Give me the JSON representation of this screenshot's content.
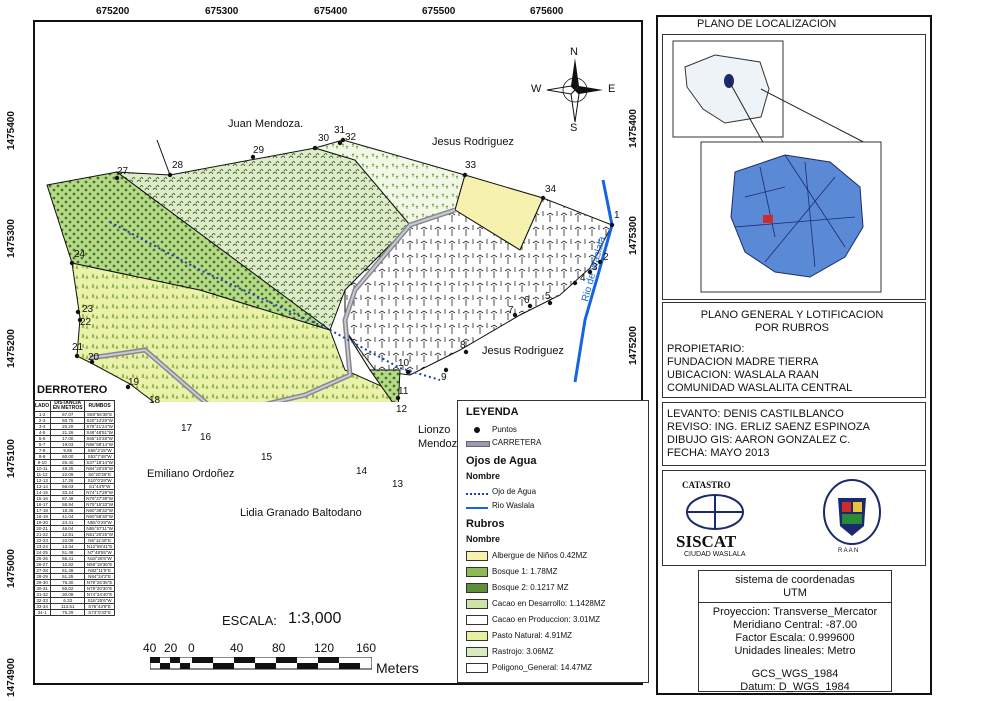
{
  "map": {
    "x_ticks": [
      "675200",
      "675300",
      "675400",
      "675500",
      "675600"
    ],
    "y_ticks": [
      "1475400",
      "1475300",
      "1475200",
      "1475100",
      "1475000",
      "1474900"
    ],
    "place_labels": {
      "juan": "Juan Mendoza.",
      "jesus_top": "Jesus Rodriguez",
      "jesus_bottom": "Jesus Rodriguez",
      "lionzo": "Lionzo\nMendoza",
      "emiliano": "Emiliano Ordoñez",
      "lidia": "Lidia Granado Baltodano",
      "rio": "Rio de Waslala"
    },
    "compass": {
      "n": "N",
      "s": "S",
      "e": "E",
      "w": "W"
    },
    "point_numbers": [
      "1",
      "2",
      "3",
      "4",
      "5",
      "6",
      "7",
      "8",
      "9",
      "10",
      "11",
      "12",
      "13",
      "14",
      "15",
      "16",
      "17",
      "18",
      "19",
      "20",
      "21",
      "22",
      "23",
      "24",
      "27",
      "28",
      "29",
      "30",
      "31",
      "32",
      "33",
      "34"
    ],
    "scale_label": "ESCALA:",
    "scale_value": "1:3,000",
    "scalebar_ticks": [
      "40",
      "20",
      "0",
      "40",
      "80",
      "120",
      "160"
    ],
    "scalebar_unit": "Meters"
  },
  "derrotero": {
    "title": "DERROTERO",
    "headers": [
      "LADO",
      "DISTANCIA EN METROS",
      "RUMBOS"
    ],
    "rows": [
      [
        "1-2",
        "67.07",
        "S69°56'38\"E"
      ],
      [
        "2-3",
        "60.75",
        "S20°13'29\"W"
      ],
      [
        "3-4",
        "20.20",
        "S78°41'24\"W"
      ],
      [
        "4-5",
        "21.26",
        "S48°48'51\"W"
      ],
      [
        "5-6",
        "17.00",
        "S65°10'28\"W"
      ],
      [
        "6-7",
        "19.03",
        "N86°59'14\"W"
      ],
      [
        "7-8",
        "9.85",
        "S66°2'15\"W"
      ],
      [
        "8-9",
        "60.00",
        "S53°7'48\"W"
      ],
      [
        "9-10",
        "26.40",
        "S37°18'14\"W"
      ],
      [
        "10-11",
        "49.25",
        "N84°20'25\"W"
      ],
      [
        "11-12",
        "22.09",
        "S6°20'25\"E"
      ],
      [
        "12-13",
        "17.26",
        "S10°0'29\"W"
      ],
      [
        "13-14",
        "66.03",
        "S1°44'9\"W"
      ],
      [
        "14-15",
        "33.24",
        "N74°17'29\"W"
      ],
      [
        "15-16",
        "87.48",
        "N79°27'39\"W"
      ],
      [
        "16-17",
        "58.94",
        "N75°15'33\"W"
      ],
      [
        "17-18",
        "18.36",
        "N60°38'32\"W"
      ],
      [
        "18-19",
        "41.04",
        "N60°58'30\"W"
      ],
      [
        "19-20",
        "24.41",
        "N55°0'29\"W"
      ],
      [
        "20-21",
        "46.04",
        "N55°57'11\"W"
      ],
      [
        "21-22",
        "12.81",
        "N51°20'25\"W"
      ],
      [
        "22-23",
        "22.09",
        "N5°11'40\"E"
      ],
      [
        "23-24",
        "13.34",
        "N12°59'41\"E"
      ],
      [
        "24-25",
        "51.48",
        "N7°48'55\"W"
      ],
      [
        "25-26",
        "66.41",
        "N18°26'6\"W"
      ],
      [
        "26-27",
        "10.82",
        "N58°18'36\"E"
      ],
      [
        "27-28",
        "51.48",
        "N82°11'5\"E"
      ],
      [
        "28-29",
        "51.25",
        "N84°24'2\"E"
      ],
      [
        "29-30",
        "76.30",
        "N79°25'35\"E"
      ],
      [
        "30-31",
        "60.02",
        "N79°20'30\"E"
      ],
      [
        "31-32",
        "30.08",
        "N74°34'40\"E"
      ],
      [
        "32-33",
        "6.33",
        "S16°25'6\"W"
      ],
      [
        "33-34",
        "113.51",
        "S75°43'8\"E"
      ],
      [
        "34-1",
        "75.29",
        "S73°0'33\"E"
      ]
    ]
  },
  "legend": {
    "title": "LEYENDA",
    "puntos": "Puntos",
    "carretera": "CARRETERA",
    "ojos_title": "Ojos de Agua",
    "nombre1": "Nombre",
    "ojo": "Ojo de Agua",
    "rio": "Rio Waslala",
    "rubros_title": "Rubros",
    "nombre2": "Nombre",
    "items": [
      {
        "label": "Albergue de Niños 0.42MZ",
        "color": "#f7f1b0"
      },
      {
        "label": "Bosque 1: 1.78MZ",
        "color": "#8fb956"
      },
      {
        "label": "Bosque 2: 0.1217 MZ",
        "color": "#5f8f3b"
      },
      {
        "label": "Cacao en Desarrollo: 1.1428MZ",
        "color": "#cfe3a6"
      },
      {
        "label": "Cacao en Produccion: 3.01MZ",
        "color": "#ffffff"
      },
      {
        "label": "Pasto Natural: 4.91MZ",
        "color": "#e6f0a0"
      },
      {
        "label": "Rastrojo: 3.06MZ",
        "color": "#d8ecc0"
      },
      {
        "label": "Poligono_General: 14.47MZ",
        "color": "#ffffff"
      }
    ]
  },
  "panel": {
    "loc_title": "PLANO DE LOCALIZACION",
    "plan_title": "PLANO GENERAL Y LOTIFICACION\nPOR RUBROS",
    "propietario": "PROPIETARIO:",
    "fundacion": "FUNDACION MADRE TIERRA",
    "ubicacion": "UBICACION: WASLALA RAAN",
    "comunidad": "COMUNIDAD WASLALITA CENTRAL",
    "levanto": "LEVANTO: DENIS CASTILBLANCO",
    "reviso": "REVISO: ING. ERLIZ SAENZ ESPINOZA",
    "dibujo": "DIBUJO GIS: AARON GONZALEZ C.",
    "fecha": "FECHA: MAYO 2013",
    "catastro": "CATASTRO",
    "siscat": "SISCAT",
    "ciudad": "CIUDAD WASLALA",
    "raan": "R A A N",
    "sistema": "sistema de coordenadas",
    "utm": "UTM",
    "proyeccion": "Proyeccion: Transverse_Mercator",
    "meridiano": "Meridiano Central: -87.00",
    "factor": "Factor Escala: 0.999600",
    "unidades": "Unidades lineales: Metro",
    "gcs": "GCS_WGS_1984",
    "datum": "Datum: D_WGS_1984"
  }
}
